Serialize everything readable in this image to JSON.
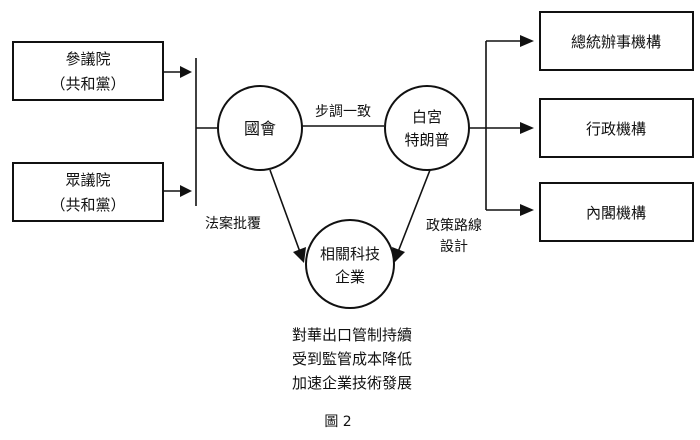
{
  "senate": {
    "line1": "參議院",
    "line2": "（共和黨）"
  },
  "house": {
    "line1": "眾議院",
    "line2": "（共和黨）"
  },
  "congress": {
    "label": "國會"
  },
  "white_house": {
    "line1": "白宮",
    "line2": "特朗普"
  },
  "tech_companies": {
    "line1": "相關科技",
    "line2": "企業"
  },
  "agencies": [
    "總統辦事機構",
    "行政機構",
    "內閣機構"
  ],
  "edge_labels": {
    "consistent": "步調一致",
    "bill_approval": "法案批覆",
    "policy_1": "政策路線",
    "policy_2": "設計"
  },
  "outcome": [
    "對華出口管制持續",
    "受到監管成本降低",
    "加速企業技術發展"
  ],
  "caption": "圖 2"
}
